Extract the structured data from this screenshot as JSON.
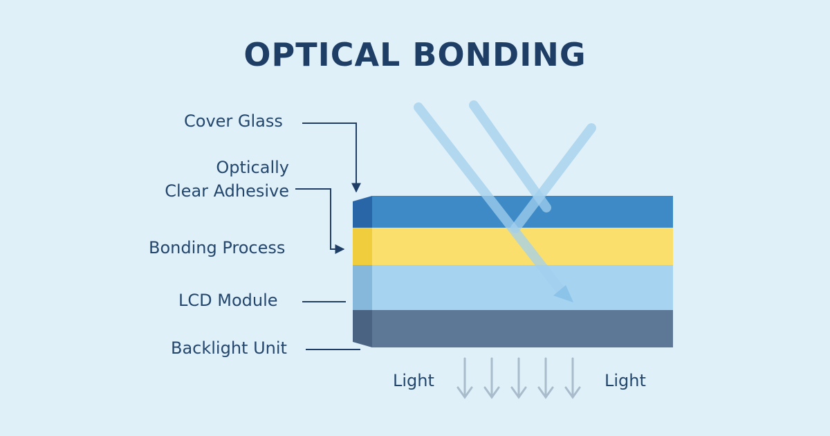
{
  "title": "OPTICAL BONDING",
  "labels": {
    "cover_glass": "Cover Glass",
    "oca_line1": "Optically",
    "oca_line2": "Clear Adhesive",
    "bonding_process": "Bonding Process",
    "lcd_module": "LCD Module",
    "backlight_unit": "Backlight Unit",
    "light_left": "Light",
    "light_right": "Light"
  },
  "colors": {
    "background": "#e0f0f9",
    "title": "#1e3e66",
    "cover_glass": "#3d8ac6",
    "adhesive": "#fbdf6c",
    "lcd_module": "#a5d3f0",
    "backlight": "#5d7896",
    "leader_line": "#1e3e66",
    "light_arrow": "#a9bccb"
  }
}
